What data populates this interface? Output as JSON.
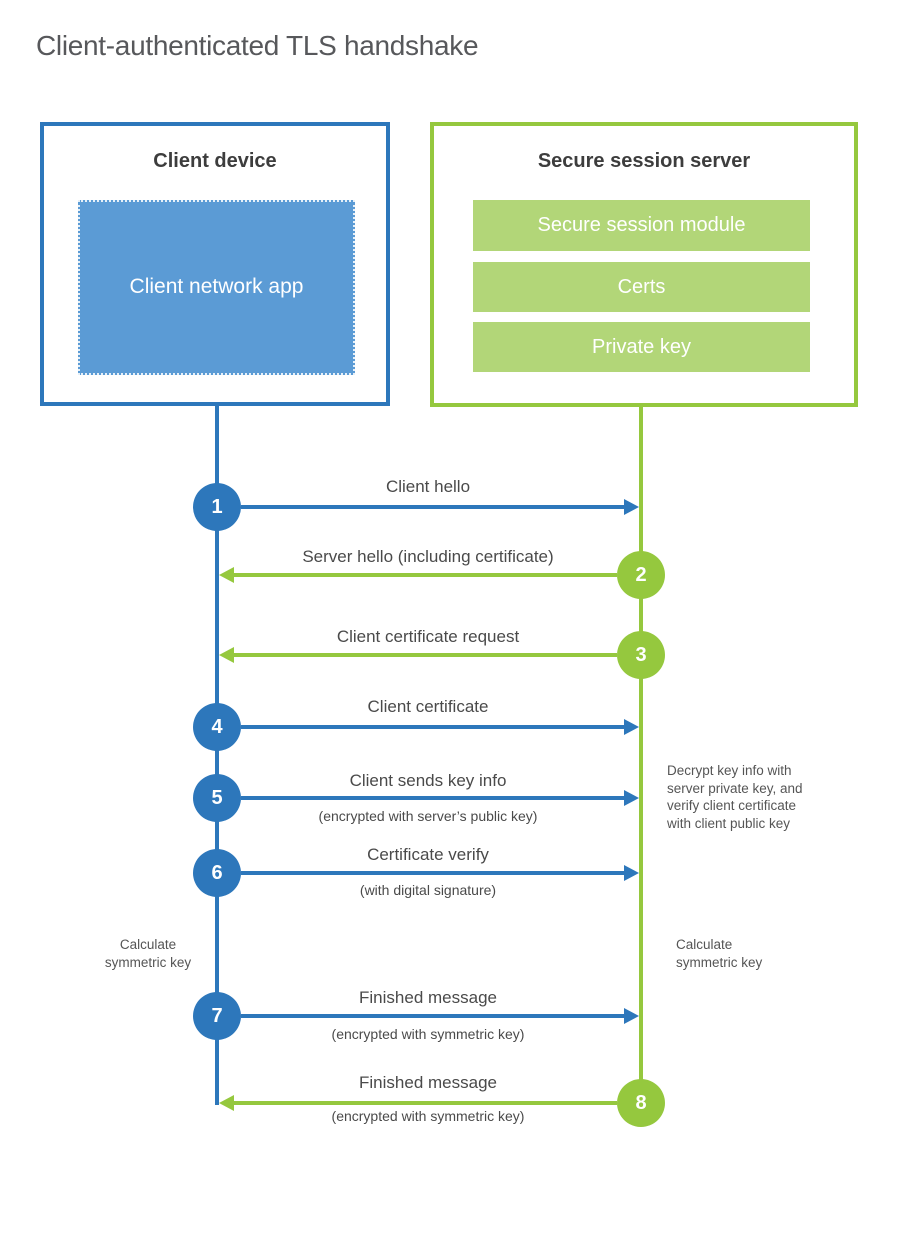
{
  "title": "Client-authenticated TLS handshake",
  "client": {
    "title": "Client device",
    "module": "Client network app"
  },
  "server": {
    "title": "Secure session server",
    "modules": [
      "Secure session module",
      "Certs",
      "Private key"
    ]
  },
  "steps": [
    {
      "num": "1",
      "label": "Client hello",
      "sub": "",
      "direction": "client-to-server"
    },
    {
      "num": "2",
      "label": "Server hello (including certificate)",
      "sub": "",
      "direction": "server-to-client"
    },
    {
      "num": "3",
      "label": "Client certificate request",
      "sub": "",
      "direction": "server-to-client"
    },
    {
      "num": "4",
      "label": "Client certificate",
      "sub": "",
      "direction": "client-to-server"
    },
    {
      "num": "5",
      "label": "Client sends key info",
      "sub": "(encrypted with server’s public key)",
      "direction": "client-to-server"
    },
    {
      "num": "6",
      "label": "Certificate verify",
      "sub": "(with digital signature)",
      "direction": "client-to-server"
    },
    {
      "num": "7",
      "label": "Finished message",
      "sub": "(encrypted with symmetric key)",
      "direction": "client-to-server"
    },
    {
      "num": "8",
      "label": "Finished message",
      "sub": "(encrypted with symmetric key)",
      "direction": "server-to-client"
    }
  ],
  "annotations": {
    "decrypt_note": "Decrypt key info with\nserver private key, and\nverify client certificate\nwith client public key",
    "calc_left": "Calculate\nsymmetric key",
    "calc_right": "Calculate\nsymmetric key"
  },
  "colors": {
    "client_blue": "#2d77bb",
    "client_fill_blue": "#5b9bd5",
    "server_green": "#95c83e",
    "server_fill_green": "#b2d678"
  }
}
